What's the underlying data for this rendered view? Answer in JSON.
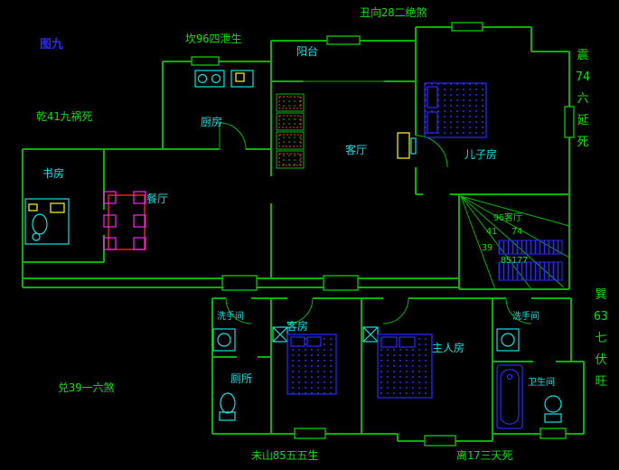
{
  "figure_label": "图九",
  "annotations": {
    "chou": "丑向28二绝煞",
    "kan": "坎96四泄生",
    "qian": "乾41九祸死",
    "dui": "兑39一六煞",
    "wei": "未山85五五生",
    "li": "离17三天死",
    "zhen": "震\n74\n六\n延\n死",
    "xun": "巽\n63\n七\n伏\n旺"
  },
  "rooms": {
    "balcony": "阳台",
    "kitchen": "厨房",
    "living": "客厅",
    "son_room": "儿子房",
    "study": "书房",
    "dining": "餐厅",
    "stair_note": "96客厅",
    "washroom_top": "洗手间",
    "guest_room": "客房",
    "master_room": "主人房",
    "washroom_right": "洗手间",
    "toilet": "厕所",
    "bathroom": "卫生间"
  },
  "stair_numbers": {
    "n41": "41",
    "n74": "74",
    "n39": "39",
    "n85177": "85177"
  },
  "colors": {
    "background": "#000000",
    "wall": "#00b400",
    "annotation_text": "#00e400",
    "room_label": "#00e5e5",
    "figure_text": "#2a2aff",
    "furniture_blue": "#2a2aff",
    "dining_table": "#ff2222",
    "dining_chair": "#ff22ff",
    "appliance_yellow": "#ffff00"
  }
}
